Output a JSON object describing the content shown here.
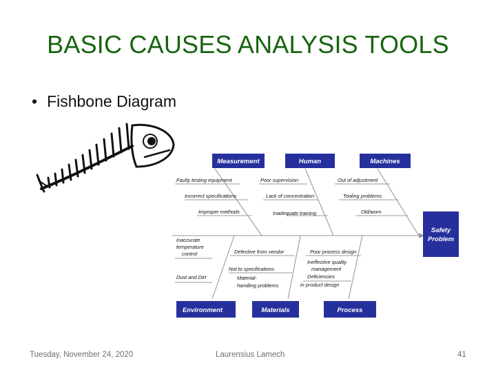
{
  "slide": {
    "title": "BASIC CAUSES ANALYSIS TOOLS",
    "bullet": "Fishbone Diagram",
    "footer_date": "Tuesday, November 24, 2020",
    "footer_author": "Laurensius Lamech",
    "page_number": "41"
  },
  "diagram": {
    "box_color": "#26309c",
    "effect": [
      "Safety",
      "Problem"
    ],
    "categories": {
      "measurement": "Measurement",
      "human": "Human",
      "machines": "Machines",
      "environment": "Environment",
      "materials": "Materials",
      "process": "Process"
    },
    "causes": {
      "measurement": [
        "Faulty testing equipment",
        "Incorrect specifications",
        "Improper methods"
      ],
      "human": [
        "Poor supervision",
        "Lack of concentration",
        "Inadequate training"
      ],
      "machines": [
        "Out of adjustment",
        "Tooling problems",
        "Old/worn"
      ],
      "environment": [
        "Inaccurate",
        "temperature",
        "control",
        "Dust and Dirt"
      ],
      "materials": [
        "Defective from vendor",
        "Not to specifications",
        "Material-",
        "handling problems"
      ],
      "process": [
        "Poor process design",
        "Ineffective quality",
        "management",
        "Deficiencies",
        "in product design"
      ]
    }
  }
}
